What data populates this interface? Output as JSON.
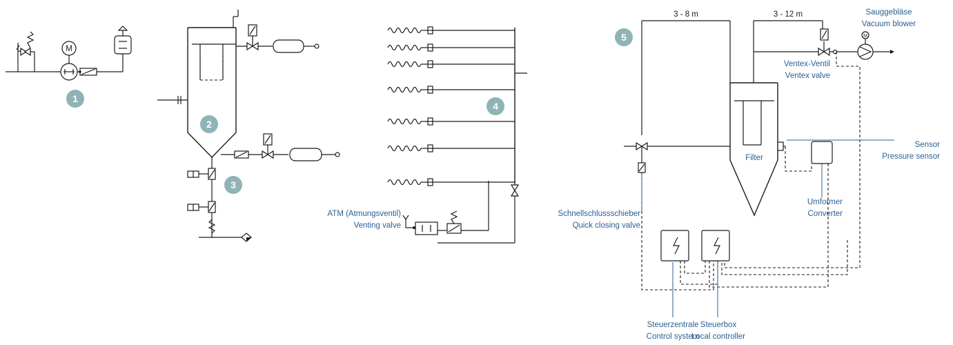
{
  "badges": [
    "1",
    "2",
    "3",
    "4",
    "5"
  ],
  "dimensions": {
    "d1": "3 - 8 m",
    "d2": "3 - 12 m"
  },
  "labels": {
    "blower_de": "Sauggebläse",
    "blower_en": "Vacuum blower",
    "ventex_de": "Ventex-Ventil",
    "ventex_en": "Ventex valve",
    "sensor_de": "Sensor",
    "sensor_en": "Pressure sensor",
    "filter": "Filter",
    "converter_de": "Umformer",
    "converter_en": "Converter",
    "quick_de": "Schnellschlussschieber",
    "quick_en": "Quick closing valve",
    "atm_de": "ATM (Atmungsventil)",
    "atm_en": "Venting valve",
    "control_de": "Steuerzentrale",
    "control_en": "Control system",
    "local_de": "Steuerbox",
    "local_en": "Local controller",
    "motor": "M"
  },
  "colors": {
    "label": "#2b5f93",
    "badge": "#8fb3b6",
    "line": "#1a1a1a"
  }
}
